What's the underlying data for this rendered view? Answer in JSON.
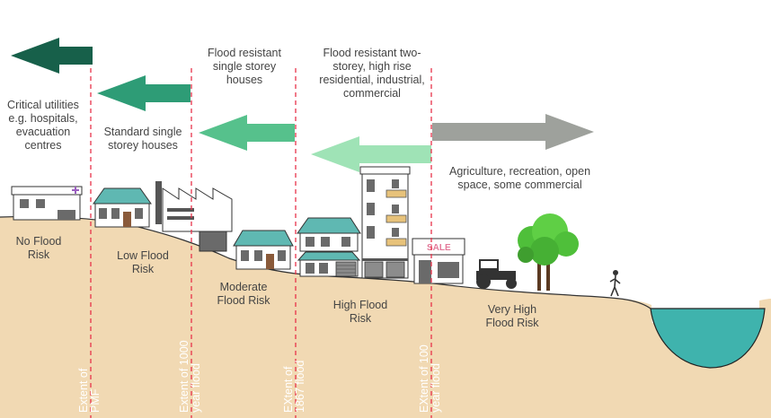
{
  "uses": {
    "critical": "Critical utilities e.g. hospitals, evacuation centres",
    "standard": "Standard single storey houses",
    "resistant_single": "Flood resistant single storey houses",
    "resistant_multi": "Flood resistant two-storey, high rise residential, industrial, commercial",
    "open_space": "Agriculture, recreation, open space, some commercial"
  },
  "risk_zones": {
    "no": "No Flood Risk",
    "low": "Low Flood Risk",
    "moderate": "Moderate Flood Risk",
    "high": "High Flood Risk",
    "very_high": "Very High Flood Risk"
  },
  "flood_lines": {
    "pmf": [
      "Extent of",
      "PMF"
    ],
    "y1000": [
      "Extent of 1000",
      "year flood"
    ],
    "y1867": [
      "EXtent of",
      "1867 flood"
    ],
    "y100": [
      "EXtent of 100",
      "year flood"
    ]
  },
  "shop_sign": "SALE",
  "colors": {
    "ground": "#f1d9b3",
    "water": "#3fb3ad",
    "flood_line": "#e8334a",
    "arrow_darkest": "#17604a",
    "arrow_dark": "#2e9c76",
    "arrow_mid": "#56c18c",
    "arrow_light": "#9fe3b6",
    "arrow_grey": "#9ea19c",
    "roof": "#5fb8b2"
  }
}
